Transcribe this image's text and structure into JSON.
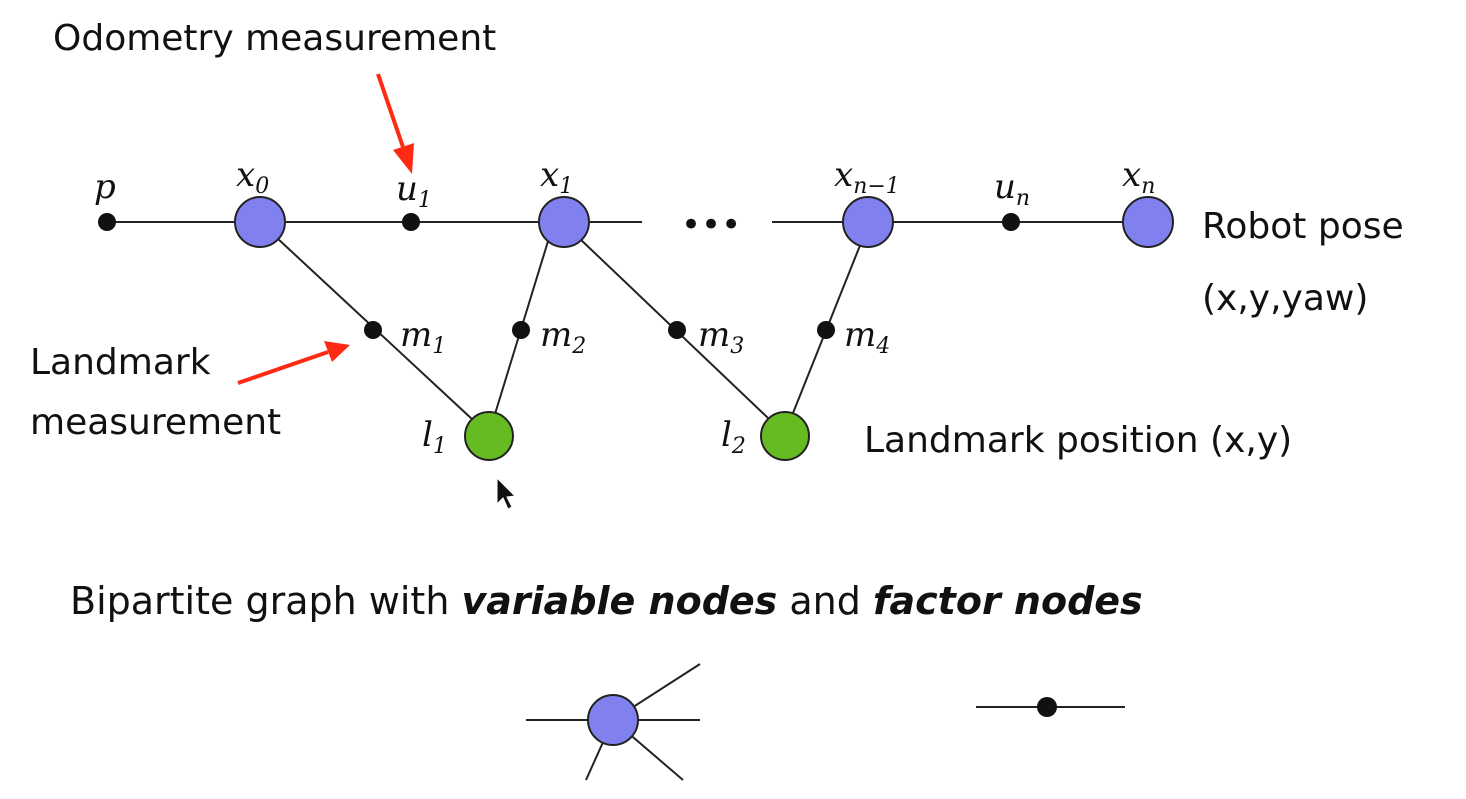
{
  "annotations": {
    "odometry_label": "Odometry measurement",
    "landmark_label_line1": "Landmark",
    "landmark_label_line2": "measurement",
    "robot_pose_line1": "Robot pose",
    "robot_pose_line2": "(x,y,yaw)",
    "landmark_position": "Landmark position (x,y)",
    "ellipsis": "•••"
  },
  "caption": {
    "prefix": "Bipartite graph with ",
    "variable_nodes": "variable nodes",
    "middle": " and ",
    "factor_nodes": "factor nodes"
  },
  "graph_labels": {
    "p": "p",
    "x0": {
      "base": "x",
      "sub": "0"
    },
    "u1": {
      "base": "u",
      "sub": "1"
    },
    "x1": {
      "base": "x",
      "sub": "1"
    },
    "xn1": {
      "base": "x",
      "sub": "n−1"
    },
    "un": {
      "base": "u",
      "sub": "n"
    },
    "xn": {
      "base": "x",
      "sub": "n"
    },
    "m1": {
      "base": "m",
      "sub": "1"
    },
    "m2": {
      "base": "m",
      "sub": "2"
    },
    "m3": {
      "base": "m",
      "sub": "3"
    },
    "m4": {
      "base": "m",
      "sub": "4"
    },
    "l1": {
      "base": "l",
      "sub": "1"
    },
    "l2": {
      "base": "l",
      "sub": "2"
    }
  },
  "colors": {
    "pose_node": "#8080ee",
    "landmark_node": "#66bb22",
    "factor_node": "#111111",
    "annotation_arrow": "#ff2a14"
  }
}
